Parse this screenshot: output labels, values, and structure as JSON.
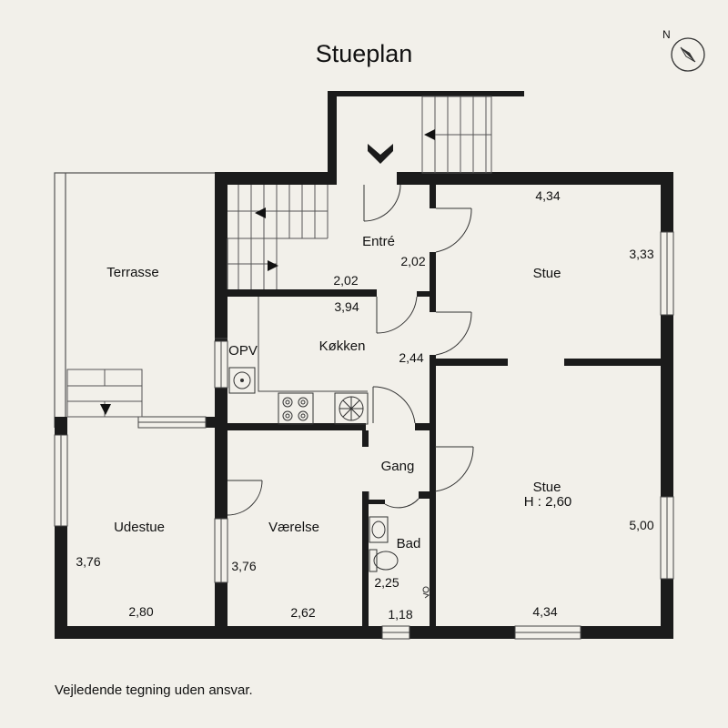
{
  "title": "Stueplan",
  "compass": {
    "north_label": "N"
  },
  "rooms": [
    {
      "id": "terrasse",
      "name": "Terrasse"
    },
    {
      "id": "entre",
      "name": "Entré"
    },
    {
      "id": "stue-upper",
      "name": "Stue"
    },
    {
      "id": "opv",
      "name": "OPV"
    },
    {
      "id": "kokken",
      "name": "Køkken"
    },
    {
      "id": "gang",
      "name": "Gang"
    },
    {
      "id": "stue-lower",
      "name": "Stue",
      "sub": "H : 2,60"
    },
    {
      "id": "udestue",
      "name": "Udestue"
    },
    {
      "id": "vaerelse",
      "name": "Værelse"
    },
    {
      "id": "bad",
      "name": "Bad"
    }
  ],
  "dimensions": [
    "4,34",
    "3,33",
    "2,02",
    "2,02",
    "3,94",
    "2,44",
    "5,00",
    "4,34",
    "3,76",
    "2,80",
    "3,76",
    "2,62",
    "2,25",
    "1,18"
  ],
  "disclaimer": "Vejledende tegning uden ansvar.",
  "colors": {
    "wall": "#1b1b1b",
    "background": "#f2f0ea",
    "line": "#555555"
  }
}
